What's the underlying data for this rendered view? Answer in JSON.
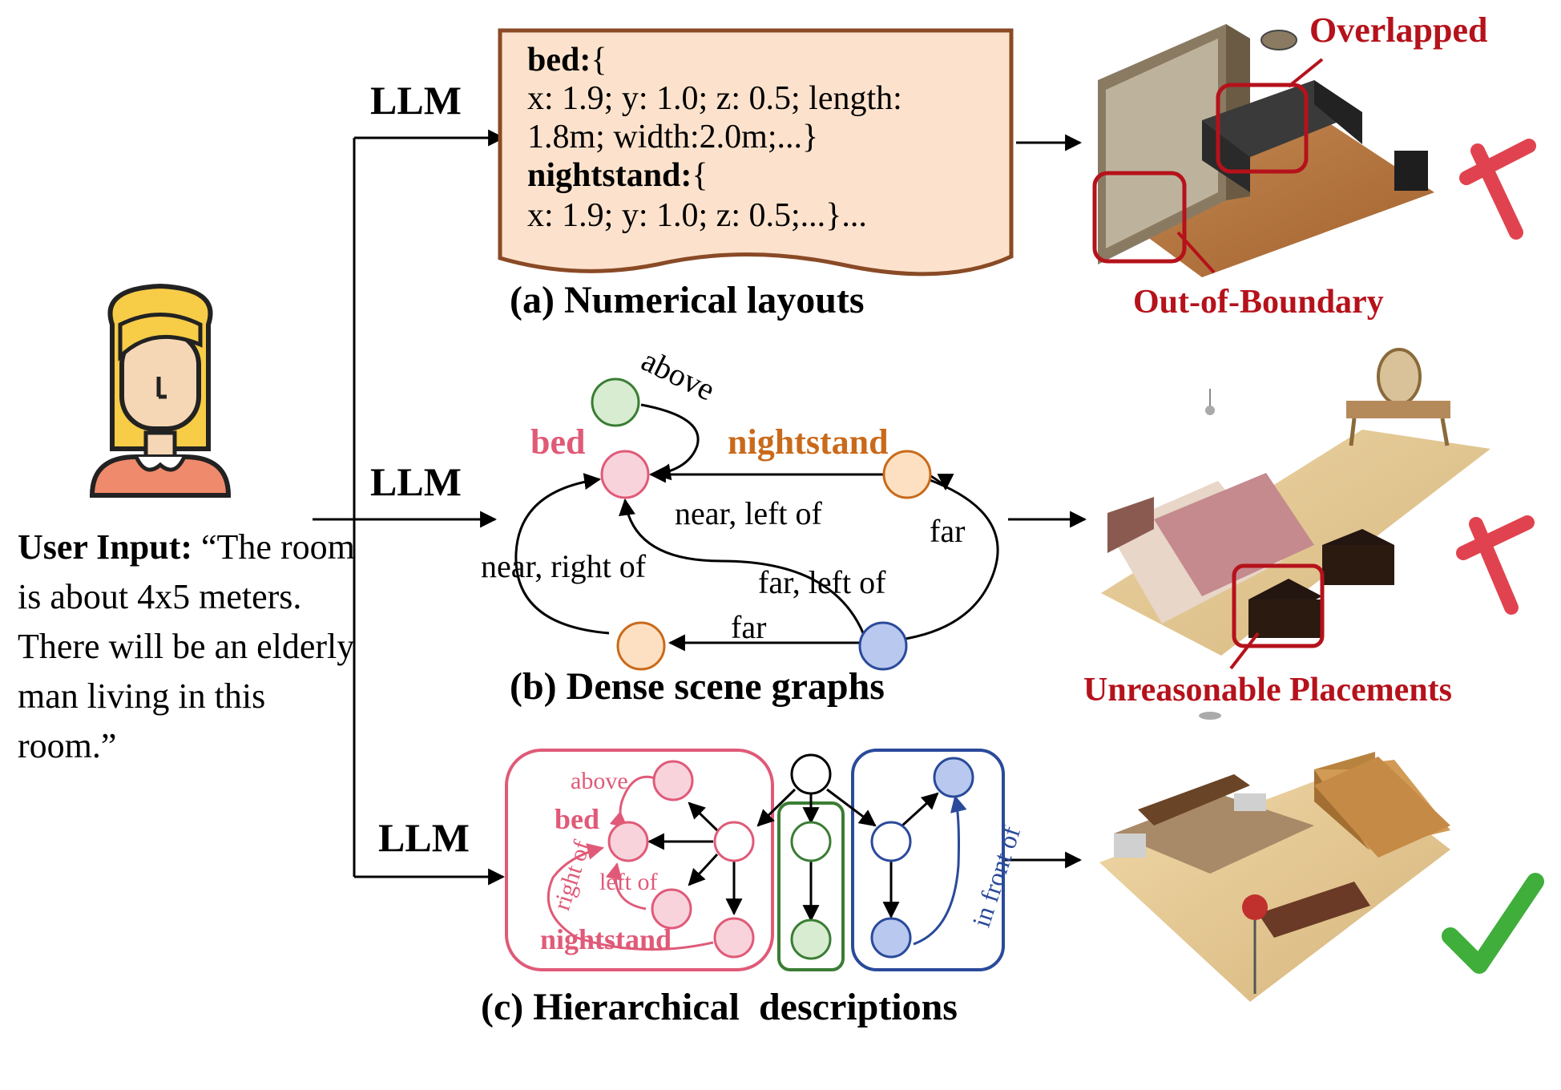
{
  "user": {
    "icon": "woman-avatar-icon",
    "input_label": "User Input:",
    "input_text": "“The room is about 4x5 meters. There will be an elderly man living in this room.”"
  },
  "llm_labels": [
    "LLM",
    "LLM",
    "LLM"
  ],
  "panel_a": {
    "caption": "(a) Numerical layouts",
    "code_lines": [
      {
        "bold": "bed:",
        "rest": "{"
      },
      {
        "bold": "",
        "rest": "x: 1.9; y: 1.0; z: 0.5; length:"
      },
      {
        "bold": "",
        "rest": "1.8m; width:2.0m;...}"
      },
      {
        "bold": "nightstand:",
        "rest": "{"
      },
      {
        "bold": "",
        "rest": "x: 1.9; y: 1.0; z: 0.5;...}..."
      }
    ],
    "issue_top": "Overlapped",
    "issue_bottom": "Out-of-Boundary",
    "result": "cross"
  },
  "panel_b": {
    "caption": "(b) Dense scene graphs",
    "node_labels": {
      "bed": "bed",
      "nightstand": "nightstand"
    },
    "edge_labels": {
      "above": "above",
      "near_left": "near, left of",
      "far_right": "far",
      "near_right": "near, right of",
      "far_left": "far, left of",
      "far_bottom": "far"
    },
    "issue": "Unreasonable Placements",
    "result": "cross"
  },
  "panel_c": {
    "caption": "(c) Hierarchical  descriptions",
    "labels": {
      "above": "above",
      "bed": "bed",
      "left_of": "left of",
      "right_of": "right of",
      "nightstand": "nightstand",
      "in_front_of": "in front of"
    },
    "result": "check"
  },
  "colors": {
    "red": "#b5121b",
    "pink_text": "#e05a78",
    "pink_fill": "#f9d3dc",
    "green_stroke": "#3a7d34",
    "green_fill": "#d7ecd0",
    "orange_text": "#c96a1a",
    "orange_fill": "#fde0c2",
    "blue_stroke": "#2a4a9a",
    "blue_fill": "#b9c8ee",
    "scroll_fill": "#fce2cc",
    "scroll_stroke": "#8a4a26"
  }
}
